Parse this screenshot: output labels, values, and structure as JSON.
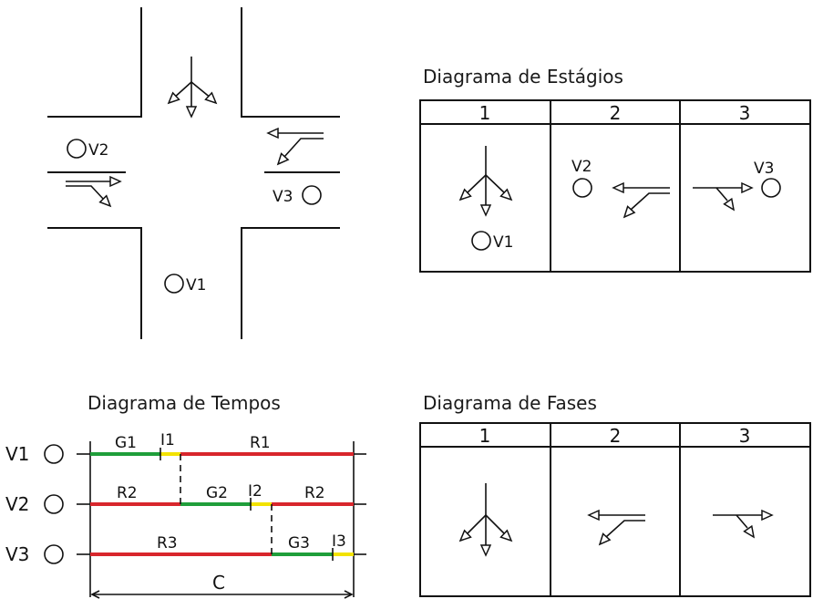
{
  "stages_diagram": {
    "title": "Diagrama de Estágios",
    "columns": [
      "1",
      "2",
      "3"
    ],
    "labels": [
      "V1",
      "V2",
      "V3"
    ]
  },
  "intersection": {
    "labels": [
      "V1",
      "V2",
      "V3"
    ]
  },
  "timing_diagram": {
    "title": "Diagrama de Tempos",
    "rows": [
      {
        "label": "V1",
        "segments": [
          "G1",
          "I1",
          "R1"
        ]
      },
      {
        "label": "V2",
        "segments": [
          "R2",
          "G2",
          "I2",
          "R2"
        ]
      },
      {
        "label": "V3",
        "segments": [
          "R3",
          "G3",
          "I3"
        ]
      }
    ],
    "cycle_label": "C",
    "colors": {
      "green": "#1f9e3a",
      "yellow": "#f2e200",
      "red": "#d8262c"
    }
  },
  "phases_diagram": {
    "title": "Diagrama de Fases",
    "columns": [
      "1",
      "2",
      "3"
    ]
  }
}
